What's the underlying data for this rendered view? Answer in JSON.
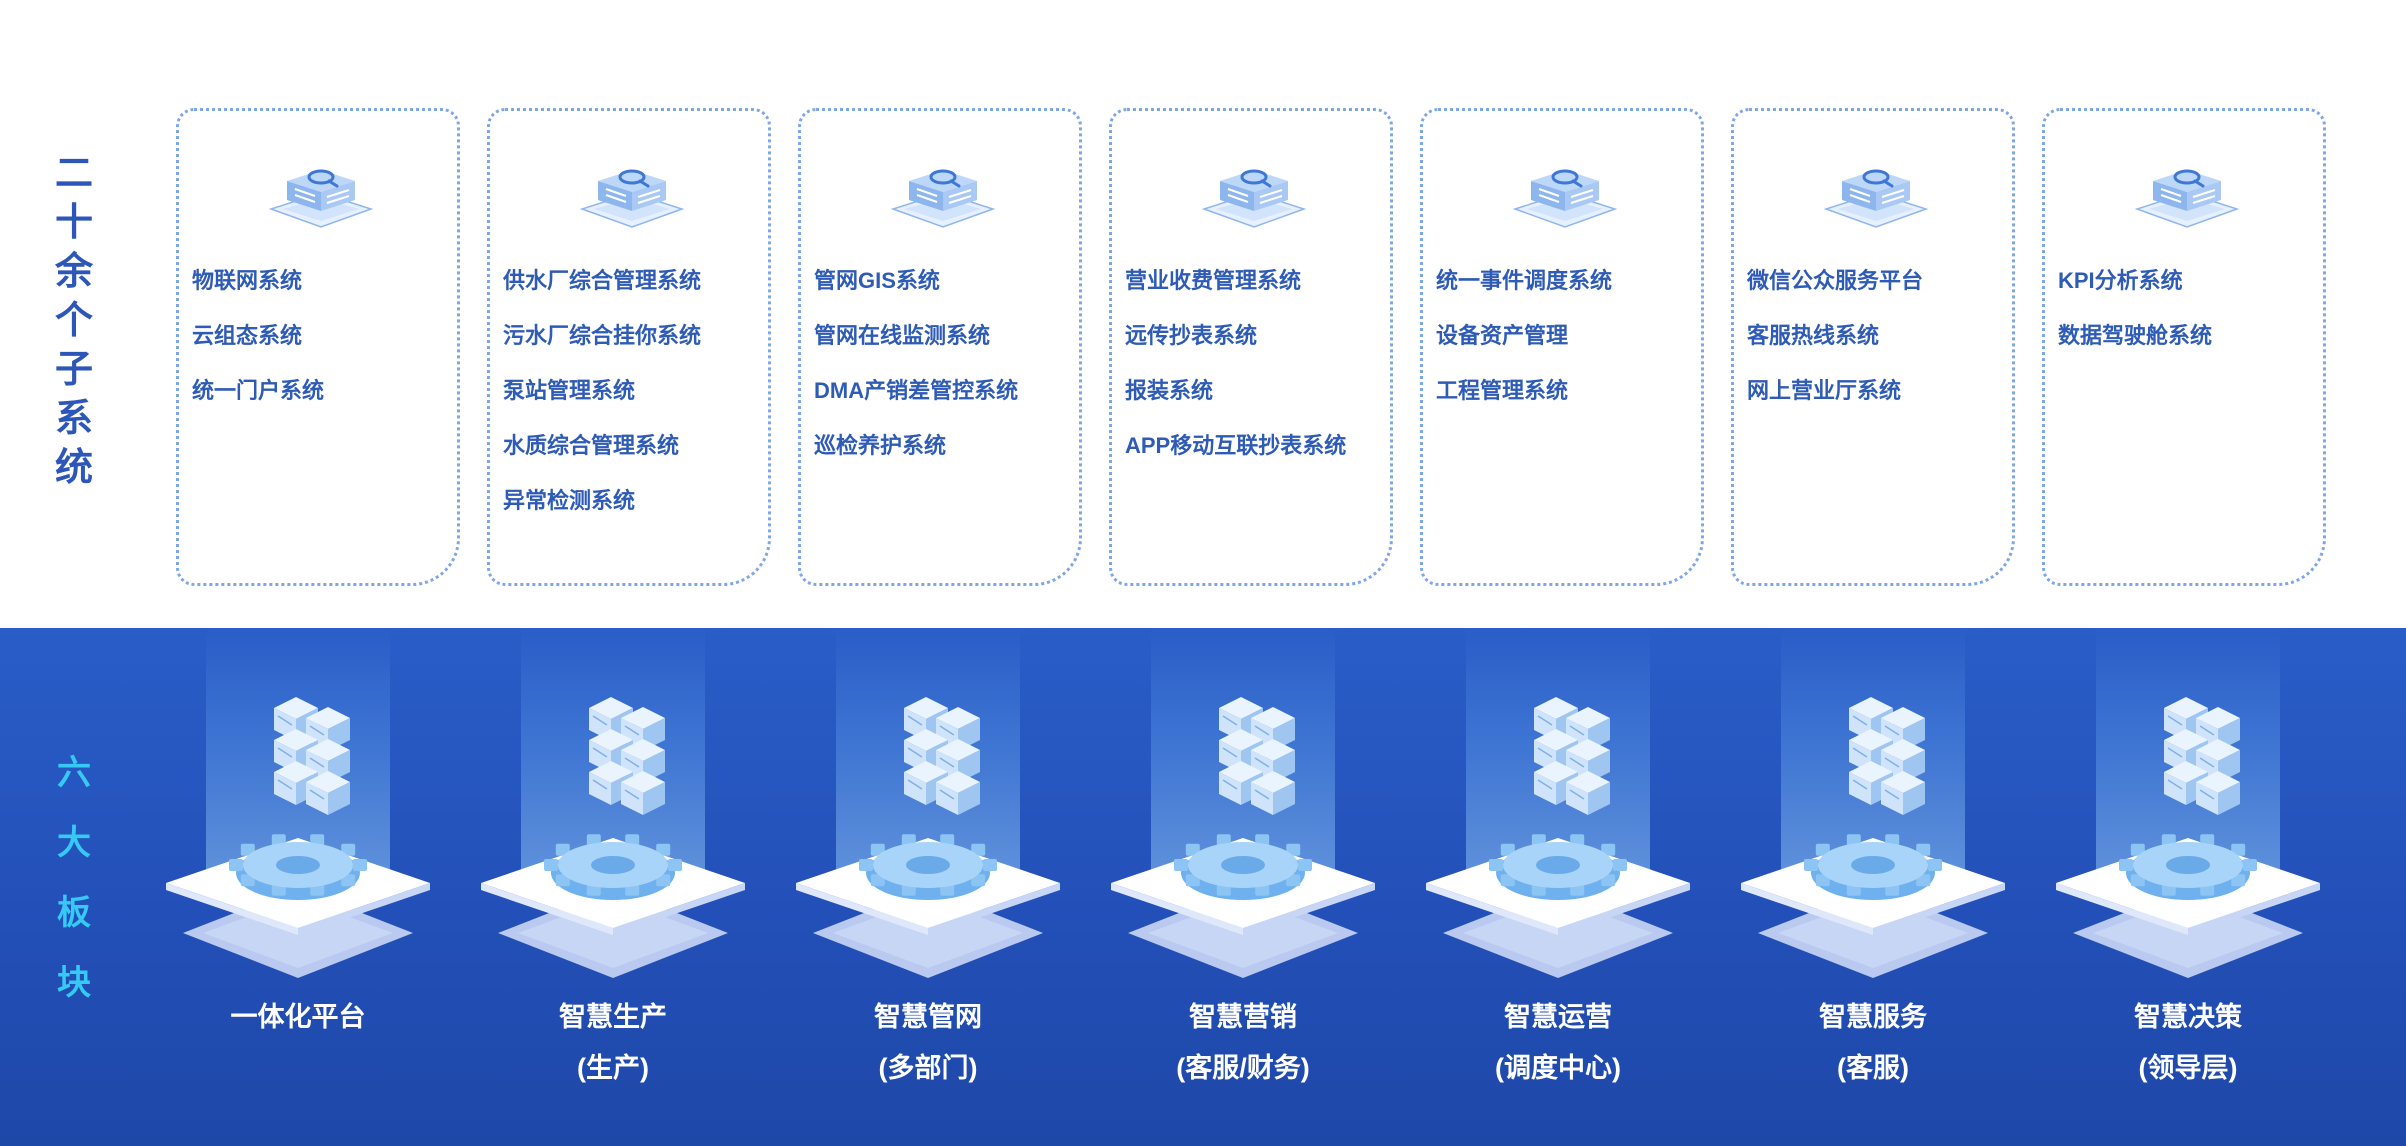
{
  "subsystems_label": [
    "二",
    "十",
    "余",
    "个",
    "子",
    "系",
    "统"
  ],
  "modules_label": [
    "六",
    "大",
    "板",
    "块"
  ],
  "subsystem_groups": [
    {
      "items": [
        "物联网系统",
        "云组态系统",
        "统一门户系统"
      ]
    },
    {
      "items": [
        "供水厂综合管理系统",
        "污水厂综合挂你系统",
        "泵站管理系统",
        "水质综合管理系统",
        "异常检测系统"
      ]
    },
    {
      "items": [
        "管网GIS系统",
        "管网在线监测系统",
        "DMA产销差管控系统",
        "巡检养护系统"
      ]
    },
    {
      "items": [
        "营业收费管理系统",
        "远传抄表系统",
        "报装系统",
        "APP移动互联抄表系统"
      ]
    },
    {
      "items": [
        "统一事件调度系统",
        "设备资产管理",
        "工程管理系统"
      ]
    },
    {
      "items": [
        "微信公众服务平台",
        "客服热线系统",
        "网上营业厅系统"
      ]
    },
    {
      "items": [
        "KPI分析系统",
        "数据驾驶舱系统"
      ]
    }
  ],
  "modules": [
    {
      "name": "一体化平台",
      "sub": ""
    },
    {
      "name": "智慧生产",
      "sub": "(生产)"
    },
    {
      "name": "智慧管网",
      "sub": "(多部门)"
    },
    {
      "name": "智慧营销",
      "sub": "(客服/财务)"
    },
    {
      "name": "智慧运营",
      "sub": "(调度中心)"
    },
    {
      "name": "智慧服务",
      "sub": "(客服)"
    },
    {
      "name": "智慧决策",
      "sub": "(领导层)"
    }
  ],
  "icons": {
    "card_icon": "server-search-icon",
    "module_icon": "server-gear-platform-icon"
  },
  "colors": {
    "accent_blue": "#2e5bb6",
    "panel_blue": "#2350b8",
    "label_cyan": "#35c9f4",
    "card_border": "#7fa6e6"
  }
}
